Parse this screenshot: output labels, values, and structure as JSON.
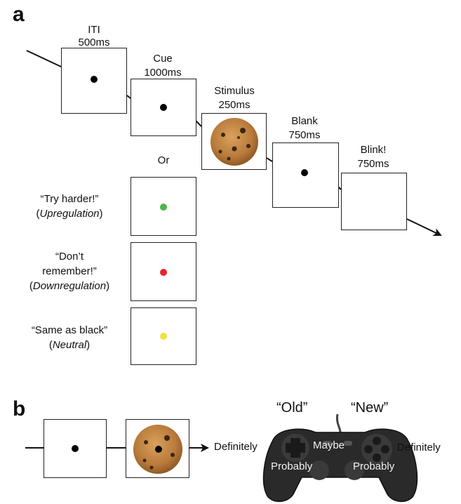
{
  "panels": {
    "a": "a",
    "b": "b"
  },
  "timeline": [
    {
      "title": "ITI",
      "duration": "500ms",
      "content": "dot"
    },
    {
      "title": "Cue",
      "duration": "1000ms",
      "content": "dot"
    },
    {
      "title": "Stimulus",
      "duration": "250ms",
      "content": "cookie"
    },
    {
      "title": "Blank",
      "duration": "750ms",
      "content": "dot"
    },
    {
      "title": "Blink!",
      "duration": "750ms",
      "content": "empty"
    }
  ],
  "or_label": "Or",
  "cues": [
    {
      "quote": "“Try harder!”",
      "name": "Upregulation",
      "color": "#4cb648"
    },
    {
      "quote_line1": "“Don’t",
      "quote_line2": "remember!”",
      "name": "Downregulation",
      "color": "#e8242a"
    },
    {
      "quote": "“Same as black”",
      "name": "Neutral",
      "color": "#f3e23a"
    }
  ],
  "response": {
    "old_label": "“Old”",
    "new_label": "“New”",
    "left_definitely": "Definitely",
    "right_definitely": "Definitely",
    "maybe": "Maybe",
    "left_probably": "Probably",
    "right_probably": "Probably"
  },
  "colors": {
    "dot": "#000000",
    "line": "#111111",
    "controller": "#2a2a2a"
  }
}
